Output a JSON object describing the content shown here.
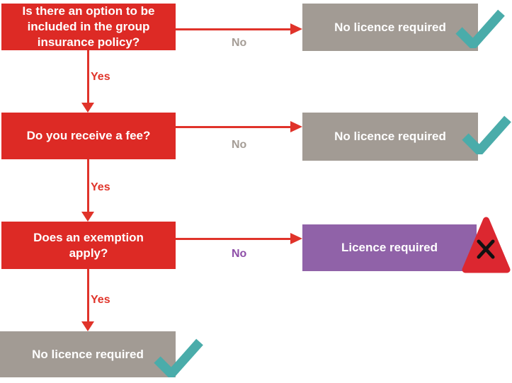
{
  "colors": {
    "background": "#ffffff",
    "question_box": "#dd2a25",
    "outcome_box_gray": "#a29b94",
    "outcome_box_purple": "#9062a8",
    "arrow": "#e0332a",
    "yes_label": "#e0352b",
    "no_label_gray": "#a59d96",
    "no_label_purple": "#8e4fa8",
    "check": "#4aacaa",
    "warning_triangle": "#dc2730",
    "warning_x": "#111111",
    "text_white": "#ffffff"
  },
  "nodes": {
    "q1": {
      "label": "Is there an option to be included in the group insurance policy?"
    },
    "q2": {
      "label": "Do you receive a fee?"
    },
    "q3": {
      "label": "Does an exemption apply?"
    },
    "outcome1": {
      "label": "No licence required",
      "result": "check"
    },
    "outcome2": {
      "label": "No licence required",
      "result": "check"
    },
    "outcome3": {
      "label": "Licence required",
      "result": "warning"
    },
    "outcome4": {
      "label": "No licence required",
      "result": "check"
    }
  },
  "edges": {
    "no1": "No",
    "yes1": "Yes",
    "no2": "No",
    "yes2": "Yes",
    "no3": "No",
    "yes3": "Yes"
  },
  "icons": {
    "check": "check-icon",
    "warning": "warning-triangle-x-icon"
  }
}
